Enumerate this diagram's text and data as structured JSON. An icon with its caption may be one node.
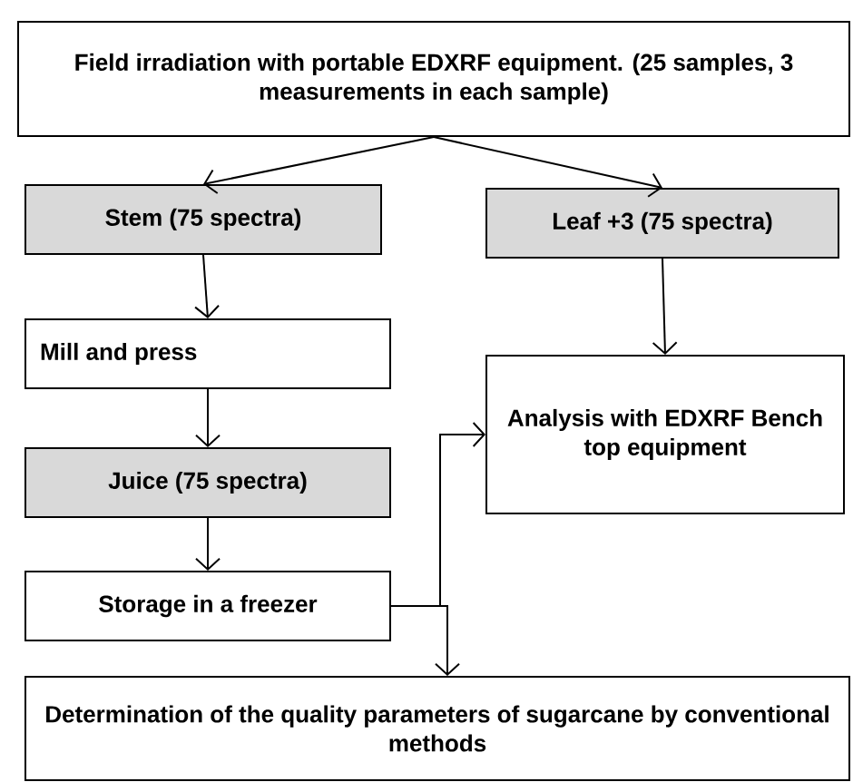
{
  "diagram": {
    "nodes": [
      {
        "text": [
          "Field irradiation with portable EDXRF equipment. (25 samples, 3 measurements in each sample)"
        ]
      },
      {
        "text": [
          "Stem (75 spectra)"
        ]
      },
      {
        "text": [
          "Leaf  +3 (75 spectra)"
        ]
      },
      {
        "text": [
          "Mill and press"
        ]
      },
      {
        "text": [
          "Analysis with EDXRF Bench top equipment"
        ]
      },
      {
        "text": [
          "Juice (75 spectra)"
        ]
      },
      {
        "text": [
          "Storage in a freezer"
        ]
      },
      {
        "text": [
          "Determination of the quality parameters of sugarcane by conventional methods"
        ]
      }
    ],
    "edges": [
      {
        "from": 0,
        "to": 1,
        "arrow": "to"
      },
      {
        "from": 0,
        "to": 2,
        "arrow": "to"
      },
      {
        "from": 1,
        "to": 3,
        "arrow": "to"
      },
      {
        "from": 2,
        "to": 4,
        "arrow": "to"
      },
      {
        "from": 3,
        "to": 5,
        "arrow": "to"
      },
      {
        "from": 5,
        "to": 6,
        "arrow": "to"
      },
      {
        "from": 6,
        "to": 4,
        "arrow": "to"
      },
      {
        "from": 6,
        "to": 7,
        "arrow": "to"
      }
    ]
  }
}
